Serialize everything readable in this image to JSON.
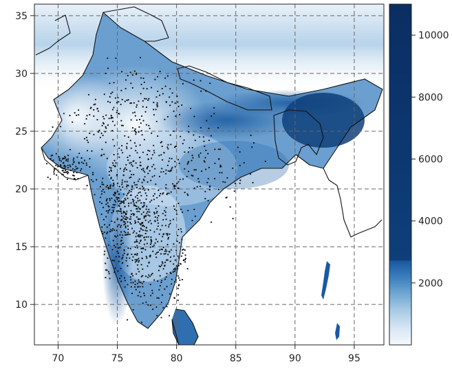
{
  "chart_data": {
    "type": "heatmap",
    "title": "",
    "xlabel": "",
    "ylabel": "",
    "xlim": [
      68,
      97.5
    ],
    "ylim": [
      6.5,
      36
    ],
    "x_ticks": [
      70,
      75,
      80,
      85,
      90,
      95
    ],
    "y_ticks": [
      10,
      15,
      20,
      25,
      30,
      35
    ],
    "grid": true,
    "colorbar": {
      "placement": "right",
      "range": [
        0,
        11000
      ],
      "ticks": [
        2000,
        4000,
        6000,
        8000,
        10000
      ],
      "colors": [
        "#f4f8fc",
        "#d6e6f4",
        "#a9cbe6",
        "#6fa7d2",
        "#3a7dbb",
        "#1a5aa0",
        "#0e3f7a",
        "#0a2e62"
      ]
    },
    "points_description": "station locations (black dots)",
    "colors": {
      "dots": "#111111",
      "borders": "#111111",
      "grid": "#666666"
    }
  }
}
